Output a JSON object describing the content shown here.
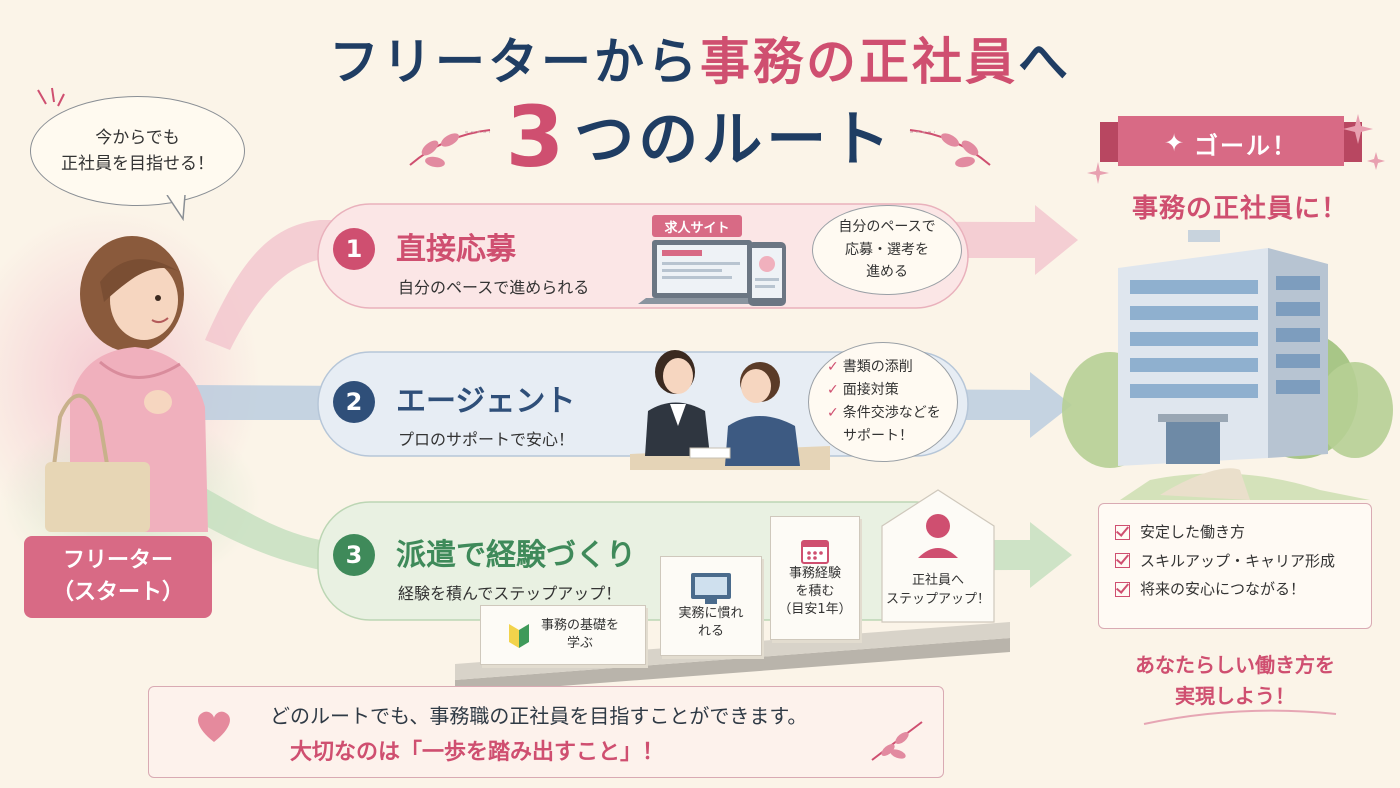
{
  "title": {
    "line1_prefix": "フリーターから",
    "line1_accent": "事務の正社員",
    "line1_suffix": "へ",
    "line2_number": "3",
    "line2_text": "つのルート"
  },
  "speech": {
    "line1": "今からでも",
    "line2": "正社員を目指せる！"
  },
  "start_label": {
    "line1": "フリーター",
    "line2": "（スタート）"
  },
  "routes": [
    {
      "number": "1",
      "label": "直接応募",
      "subtitle": "自分のペースで進められる",
      "tag": "求人サイト",
      "note": [
        "自分のペースで",
        "応募・選考を",
        "進める"
      ],
      "color": "#cf4f70"
    },
    {
      "number": "2",
      "label": "エージェント",
      "subtitle": "プロのサポートで安心！",
      "checklist": [
        "書類の添削",
        "面接対策",
        "条件交渉などを",
        "サポート！"
      ],
      "color": "#2f4f79"
    },
    {
      "number": "3",
      "label": "派遣で経験づくり",
      "subtitle": "経験を積んでステップアップ！",
      "color": "#3f8a5a",
      "steps": [
        {
          "lines": [
            "事務の基礎を",
            "学ぶ"
          ]
        },
        {
          "lines": [
            "実務に慣れ",
            "れる"
          ]
        },
        {
          "lines": [
            "事務経験",
            "を積む",
            "（目安1年）"
          ]
        },
        {
          "lines": [
            "正社員へ",
            "ステップアップ！"
          ]
        }
      ]
    }
  ],
  "goal": {
    "banner": "ゴール！",
    "subtitle": "事務の正社員に！",
    "benefits": [
      "安定した働き方",
      "スキルアップ・キャリア形成",
      "将来の安心につながる！"
    ],
    "closing_line1": "あなたらしい働き方を",
    "closing_line2": "実現しよう！"
  },
  "bottom": {
    "line1": "どのルートでも、事務職の正社員を目指すことができます。",
    "line2": "大切なのは「一歩を踏み出すこと」！"
  },
  "colors": {
    "pink": "#cf4f70",
    "navy": "#1f3d63",
    "blue_route": "#2f4f79",
    "green_route": "#3f8a5a",
    "background": "#fbf4e8"
  },
  "icons": [
    "heart-icon",
    "laptop-icon",
    "smartphone-icon",
    "calendar-icon",
    "person-icon",
    "beginner-mark-icon",
    "building-icon",
    "leaf-sprig-icon",
    "sparkle-icon"
  ]
}
